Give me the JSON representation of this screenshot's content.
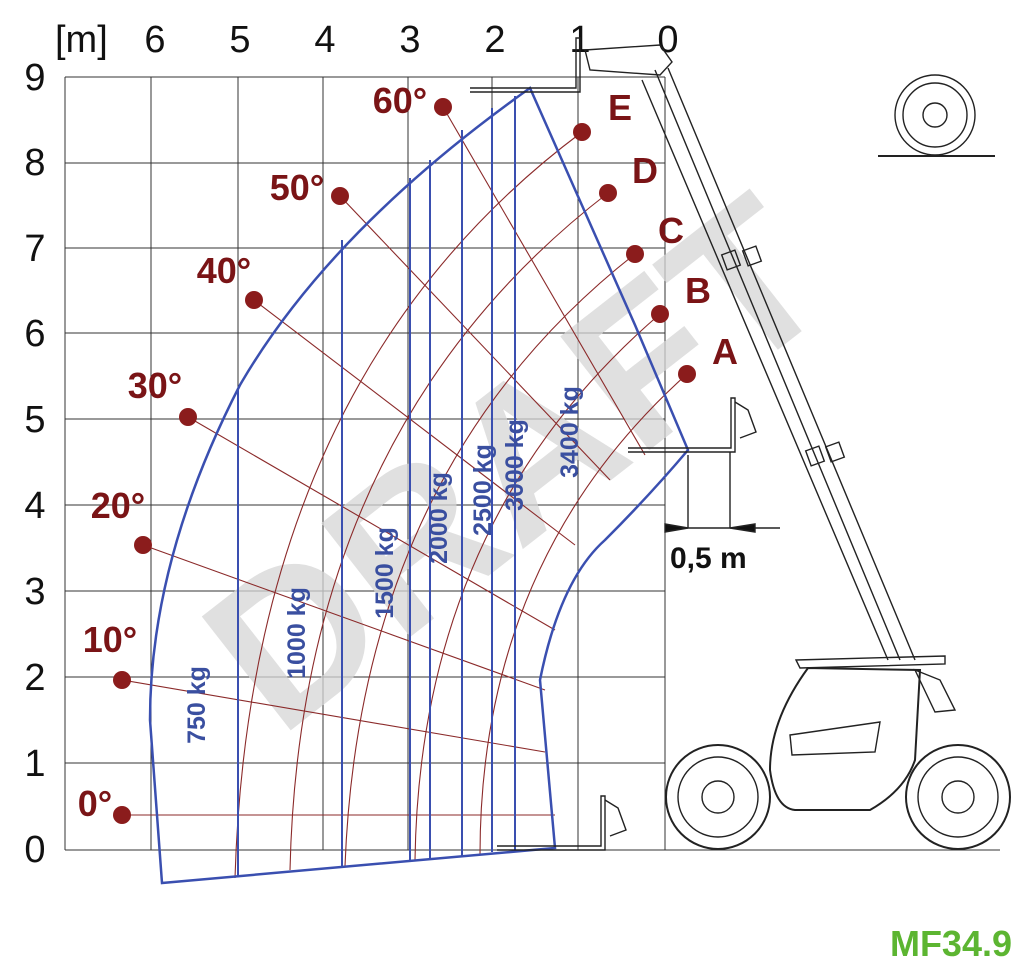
{
  "diagram": {
    "unit_label": "[m]",
    "x_ticks": [
      "6",
      "5",
      "4",
      "3",
      "2",
      "1",
      "0"
    ],
    "y_ticks": [
      "9",
      "8",
      "7",
      "6",
      "5",
      "4",
      "3",
      "2",
      "1",
      "0"
    ],
    "angles": [
      "60°",
      "50°",
      "40°",
      "30°",
      "20°",
      "10°",
      "0°"
    ],
    "extensions": [
      "E",
      "D",
      "C",
      "B",
      "A"
    ],
    "loads": [
      "750 kg",
      "1000 kg",
      "1500 kg",
      "2000 kg",
      "2500 kg",
      "3000 kg",
      "3400 kg"
    ],
    "load_center_dimension": "0,5 m",
    "watermark": "DRAFT",
    "model": "MF34.9",
    "colors": {
      "envelope": "#3a4fb0",
      "angle": "#7a1416",
      "model": "#5cb531"
    }
  }
}
